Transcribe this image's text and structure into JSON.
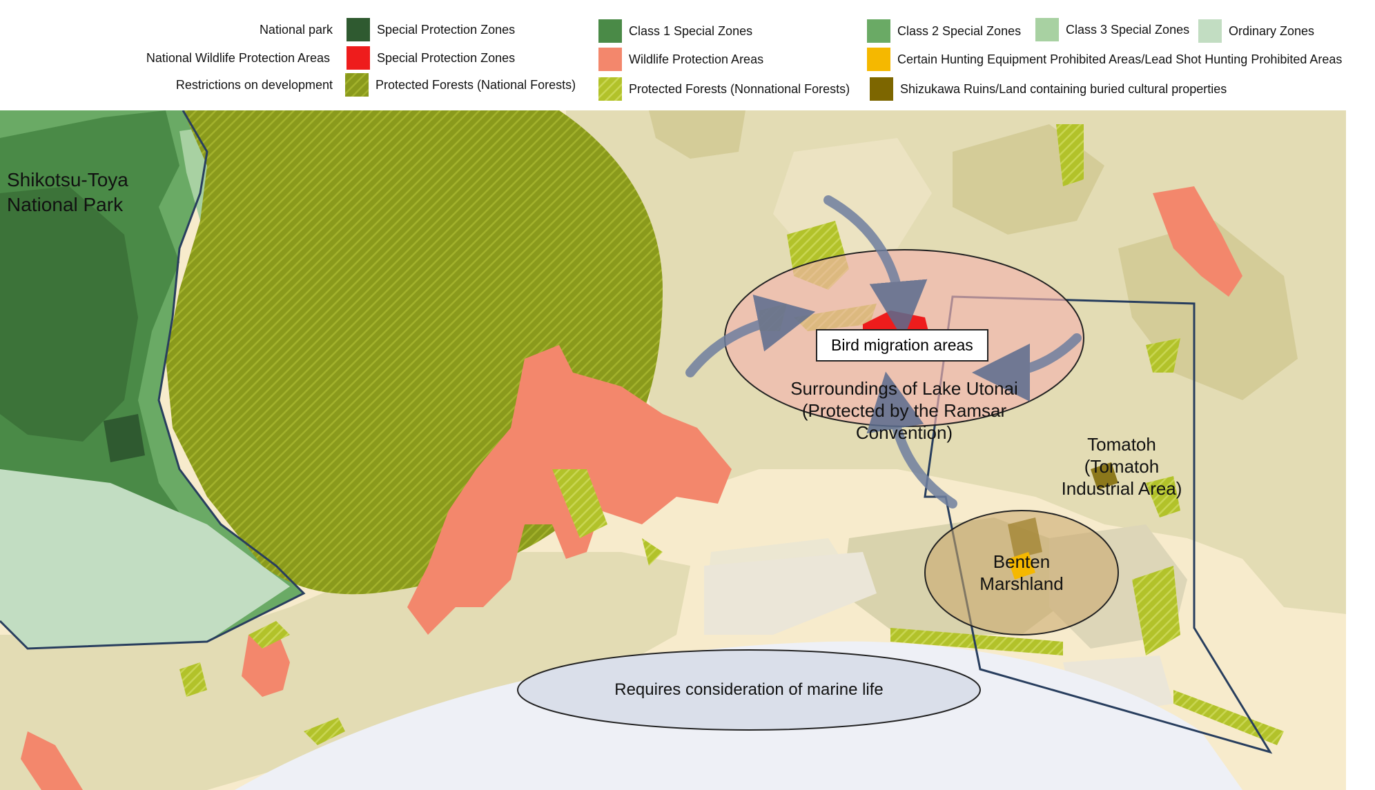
{
  "legend": {
    "rows": [
      {
        "heading": "National park",
        "items": [
          {
            "label": "Special Protection Zones",
            "color": "#2f5a30"
          },
          {
            "label": "Class 1 Special Zones",
            "color": "#4a8a47"
          },
          {
            "label": "Class 2 Special Zones",
            "color": "#6aaa65"
          },
          {
            "label": "Class 3 Special Zones",
            "color": "#a8d1a2"
          },
          {
            "label": "Ordinary Zones",
            "color": "#c2ddc2"
          }
        ]
      },
      {
        "heading": "National Wildlife Protection Areas",
        "items": [
          {
            "label": "Special Protection Zones",
            "color": "#ee1c1c"
          },
          {
            "label": "Wildlife Protection Areas",
            "color": "#f3876c"
          },
          {
            "label": "Certain Hunting Equipment Prohibited Areas/Lead Shot Hunting Prohibited Areas",
            "color": "#f5b800"
          }
        ]
      },
      {
        "heading": "Restrictions on development",
        "items": [
          {
            "label": "Protected Forests (National Forests)",
            "color": "#8a9a1c",
            "hatched": true
          },
          {
            "label": "Protected Forests (Nonnational Forests)",
            "color": "#b2c22a",
            "hatched": true
          },
          {
            "label": "Shizukawa Ruins/Land containing buried cultural properties",
            "color": "#7d6600"
          }
        ]
      }
    ]
  },
  "map": {
    "labels": {
      "shikotsu_line1": "Shikotsu-Toya",
      "shikotsu_line2": "National Park",
      "bird_migration": "Bird migration areas",
      "utonai_line1": "Surroundings of Lake Utonai",
      "utonai_line2": "(Protected by the Ramsar",
      "utonai_line3": "Convention)",
      "tomatoh_line1": "Tomatoh",
      "tomatoh_line2": "(Tomatoh",
      "tomatoh_line3": "Industrial Area)",
      "benten_line1": "Benten",
      "benten_line2": "Marshland",
      "marine": "Requires consideration of marine life"
    },
    "colors": {
      "land": "#f7ebcc",
      "terrain": "#e3dcb4",
      "sea": "#eef0f6",
      "boundary": "#283e5e",
      "ellipse_fill": "#f2b4ad",
      "arrow": "#6f7f9f"
    }
  }
}
